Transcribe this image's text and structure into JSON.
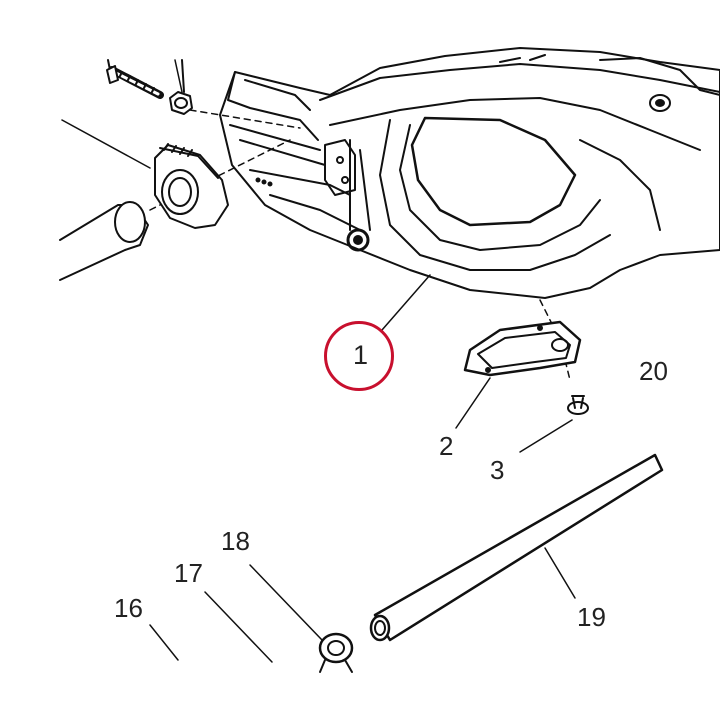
{
  "diagram": {
    "highlight_color": "#c8102e",
    "line_color": "#111111",
    "highlighted_part": "1",
    "callouts": [
      {
        "id": "c1",
        "label": "1"
      },
      {
        "id": "c2",
        "label": "2"
      },
      {
        "id": "c3",
        "label": "3"
      },
      {
        "id": "c16",
        "label": "16"
      },
      {
        "id": "c17",
        "label": "17"
      },
      {
        "id": "c18",
        "label": "18"
      },
      {
        "id": "c19",
        "label": "19"
      },
      {
        "id": "c20",
        "label": "20"
      }
    ]
  }
}
